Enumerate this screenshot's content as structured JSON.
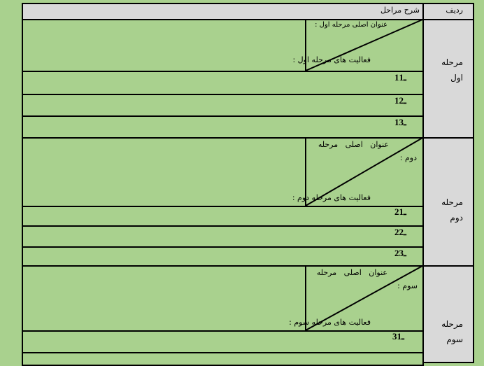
{
  "header": {
    "row_label": "ردیف",
    "description_label": "شرح مراحل"
  },
  "stages": [
    {
      "name_line1": "مرحله",
      "name_line2": "اول",
      "title_line1": "عنوان اصلی مرحله اول :",
      "title_line2": "",
      "activities": "فعالیت های مرحله اول :",
      "items": [
        "1ـ1",
        "1ـ2",
        "1ـ3"
      ]
    },
    {
      "name_line1": "مرحله",
      "name_line2": "دوم",
      "title_line1": "عنوان   اصلی   مرحله",
      "title_line2": "دوم :",
      "activities": "فعالیت های مرحله دوم :",
      "items": [
        "2ـ1",
        "2ـ2",
        "2ـ3"
      ]
    },
    {
      "name_line1": "مرحله",
      "name_line2": "سوم",
      "title_line1": "عنوان   اصلی   مرحله",
      "title_line2": "سوم :",
      "activities": "فعالیت های مرحله سوم :",
      "items": [
        "3ـ1"
      ]
    }
  ]
}
